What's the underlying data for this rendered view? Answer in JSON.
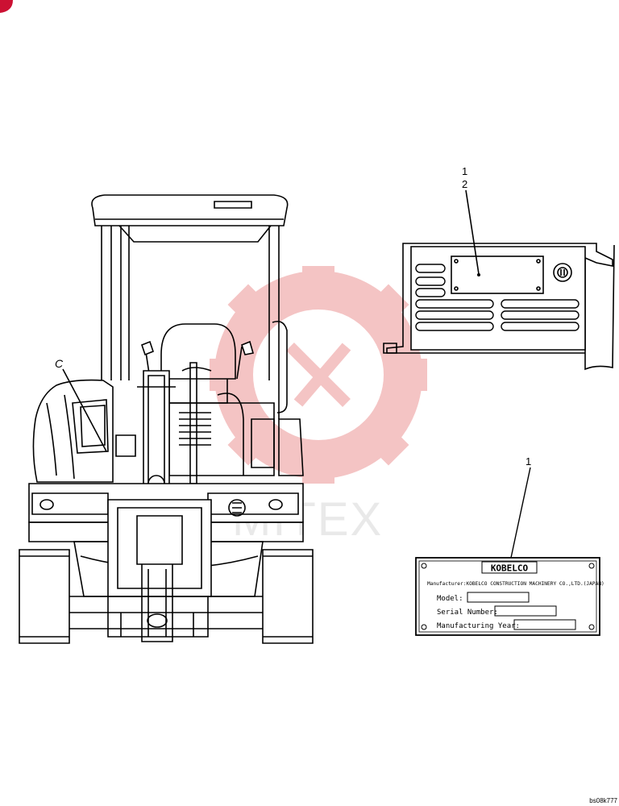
{
  "callouts": {
    "detail_view_label": "C",
    "top_right_1": "1",
    "top_right_2": "2",
    "plate_1": "1"
  },
  "nameplate": {
    "brand": "KOBELCO",
    "manufacturer_line": "Manufacturer:KOBELCO CONSTRUCTION MACHINERY CO.,LTD.(JAPAN)",
    "model_label": "Model:",
    "serial_label": "Serial Number:",
    "year_label": "Manufacturing Year:"
  },
  "drawing_code": "bs08k777",
  "watermark": {
    "text": "MITEX",
    "color": "#f0b3b3"
  },
  "colors": {
    "line": "#000000",
    "corner_mark": "#cc1133"
  }
}
